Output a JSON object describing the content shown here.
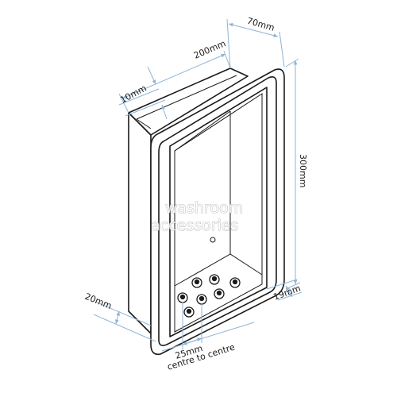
{
  "watermark": {
    "line1": "washroom",
    "line2": "accessories"
  },
  "dimensions": {
    "depth": "70mm",
    "width": "200mm",
    "flange": "10mm",
    "height": "300mm",
    "base_offset": "20mm",
    "right_offset": "19mm",
    "spacing": "25mm",
    "spacing_note": "centre to centre"
  },
  "colors": {
    "outline": "#1a1a1a",
    "dimension_line": "#8fb4d6"
  }
}
